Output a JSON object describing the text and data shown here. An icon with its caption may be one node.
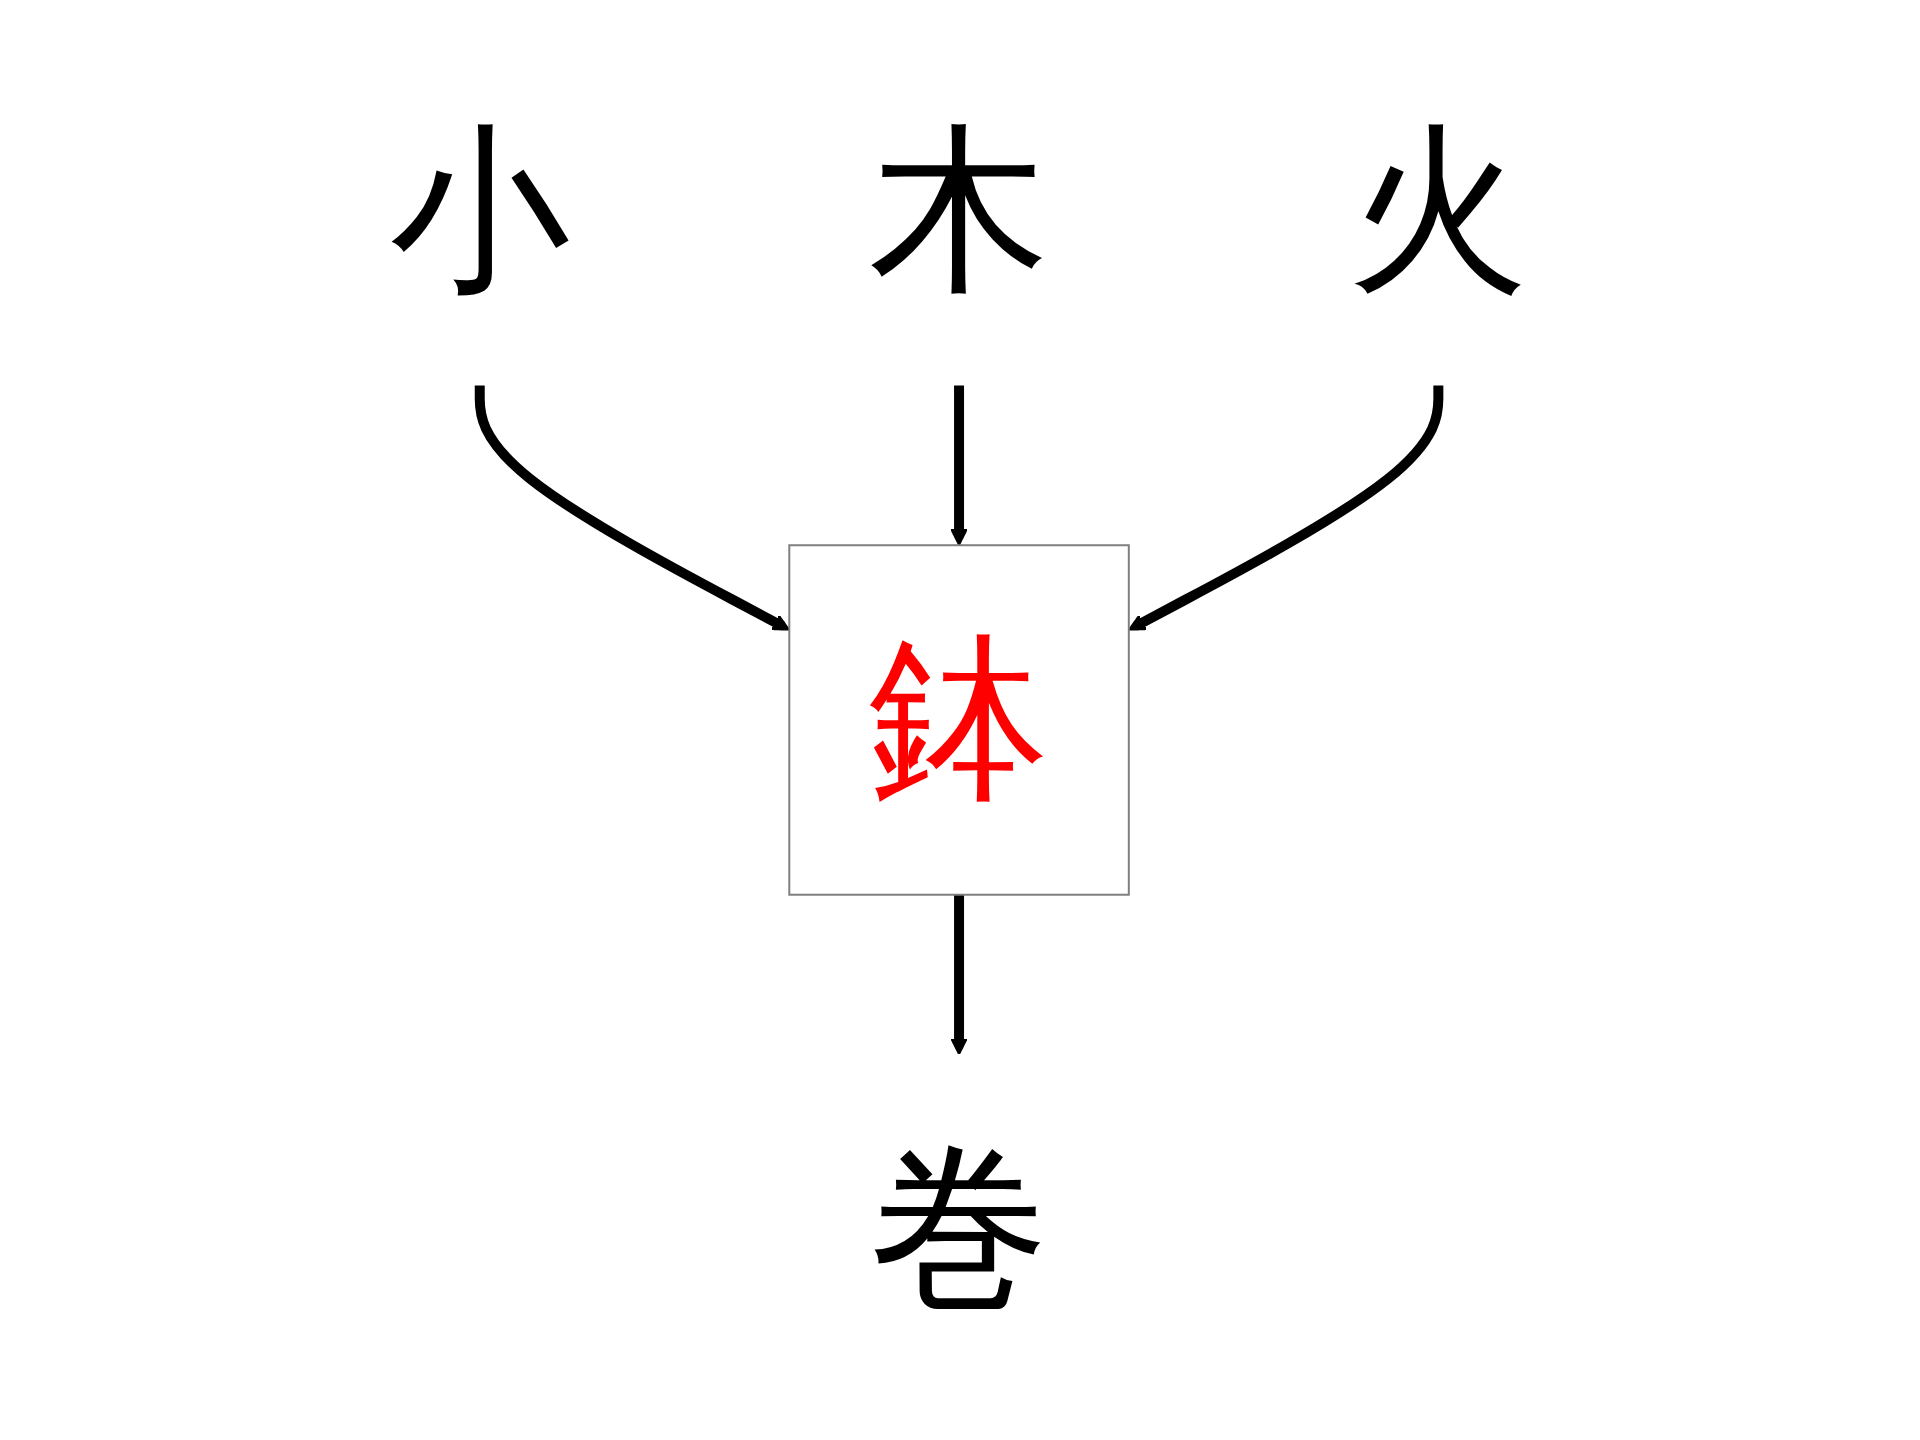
{
  "diagram": {
    "nodes": [
      {
        "text": [
          "小"
        ]
      },
      {
        "text": [
          "木"
        ]
      },
      {
        "text": [
          "鉢"
        ]
      },
      {
        "text": [
          "火"
        ]
      },
      {
        "text": [
          "巻"
        ]
      }
    ],
    "edges": [
      {
        "from": 0,
        "to": 2,
        "arrow": "to"
      },
      {
        "from": 1,
        "to": 2,
        "arrow": "to"
      },
      {
        "from": 3,
        "to": 2,
        "arrow": "to"
      },
      {
        "from": 2,
        "to": 4,
        "arrow": "to"
      }
    ]
  }
}
